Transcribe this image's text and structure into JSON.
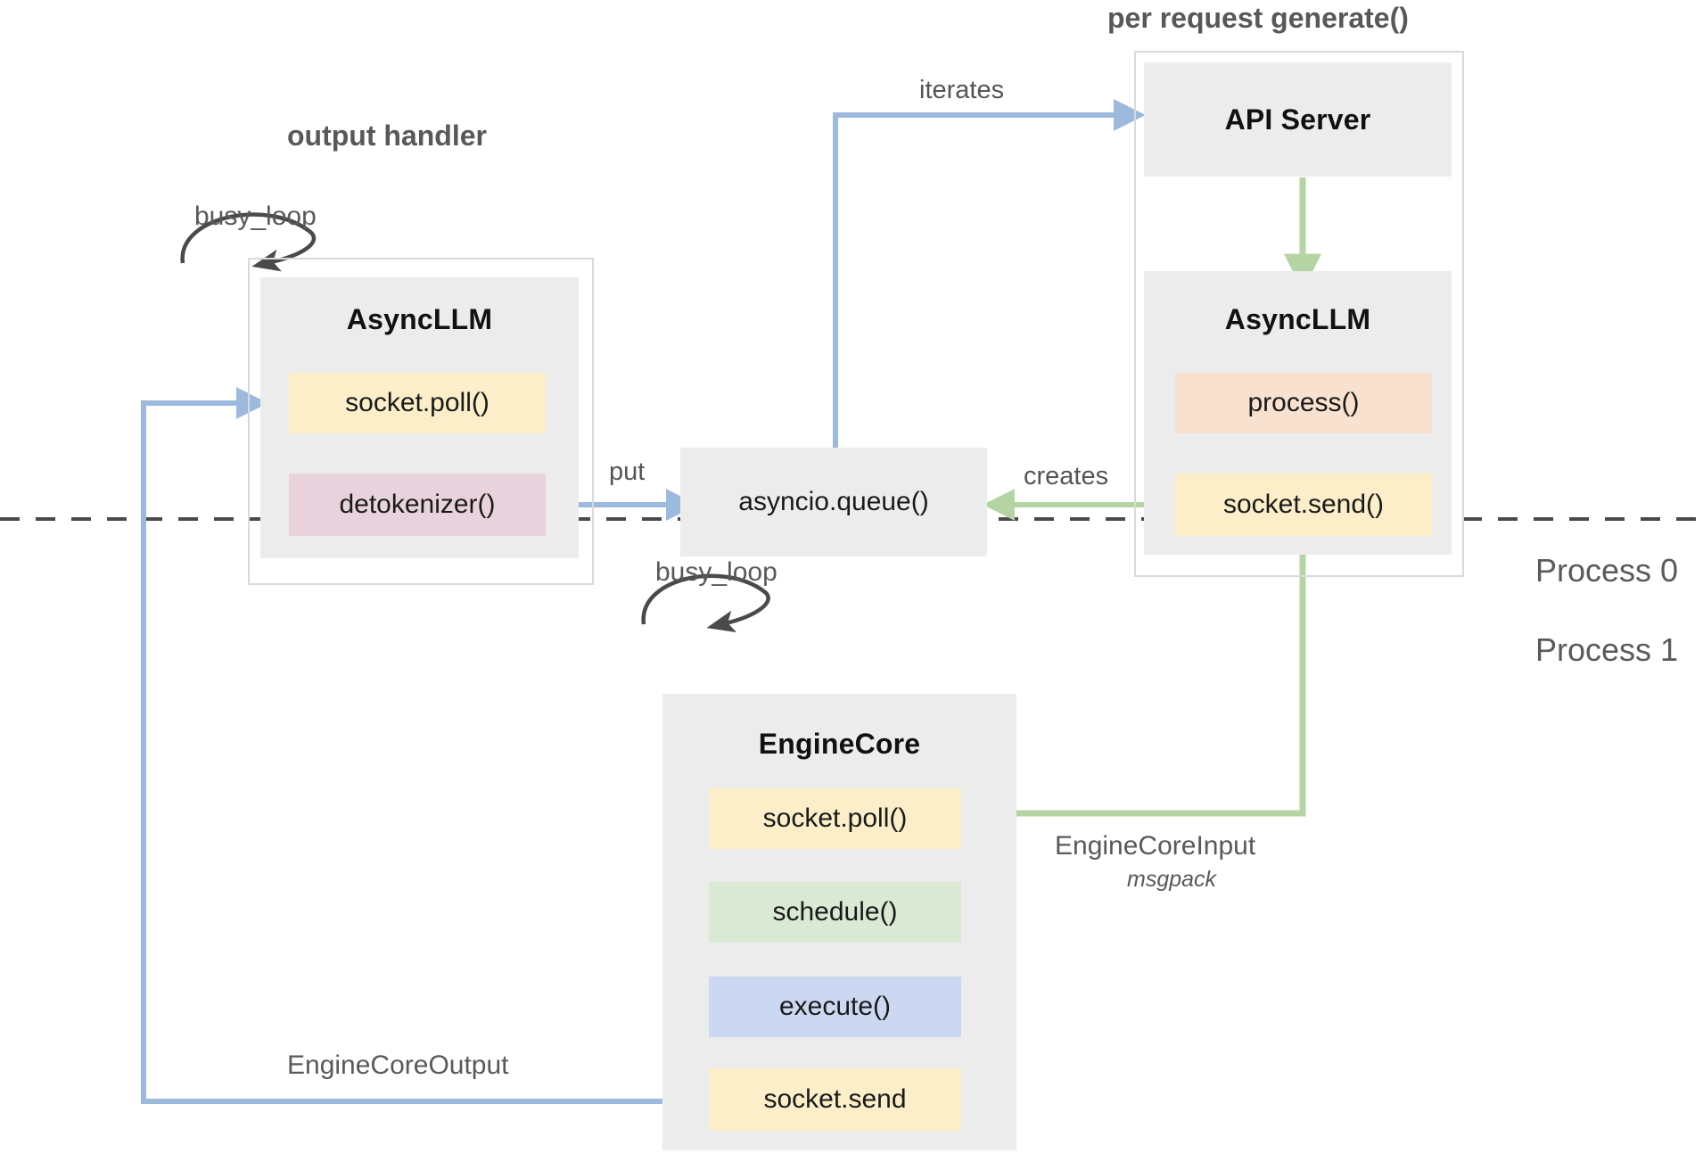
{
  "diagram": {
    "title_hidden": "",
    "groups": [
      {
        "id": "output-handler",
        "label": "output handler"
      },
      {
        "id": "per-request-generate",
        "label": "per request generate()"
      }
    ],
    "process_labels": {
      "top": "Process 0",
      "bottom": "Process 1"
    },
    "boxes": {
      "async_llm_left": {
        "title": "AsyncLLM",
        "chips": [
          {
            "label": "socket.poll()",
            "color": "#fbeec8"
          },
          {
            "label": "detokenizer()",
            "color": "#e8d3dd"
          }
        ]
      },
      "api_server": {
        "title": "API Server"
      },
      "async_llm_right": {
        "title": "AsyncLLM",
        "chips": [
          {
            "label": "process()",
            "color": "#f8e2cf"
          },
          {
            "label": "socket.send()",
            "color": "#fbeec8"
          }
        ]
      },
      "asyncio_queue": {
        "title": "asyncio.queue()"
      },
      "engine_core": {
        "title": "EngineCore",
        "chips": [
          {
            "label": "socket.poll()",
            "color": "#fbeec8"
          },
          {
            "label": "schedule()",
            "color": "#d9e9d3"
          },
          {
            "label": "execute()",
            "color": "#ccd8f2"
          }
        ]
      },
      "engine_core_send": {
        "label": "socket.send",
        "color": "#fbeec8"
      }
    },
    "edge_labels": {
      "busy_loop_left": "busy_loop",
      "busy_loop_engine": "busy_loop",
      "iterates": "iterates",
      "put": "put",
      "creates": "creates",
      "engine_core_input": "EngineCoreInput",
      "engine_core_input_sub": "msgpack",
      "engine_core_output": "EngineCoreOutput"
    },
    "colors": {
      "blue_arrow": "#9cb9de",
      "green_arrow": "#b4d5a3",
      "dark_arrow": "#4a4a4a",
      "grey_fill": "#ececec",
      "frame_border": "#d9d9d9",
      "dashed_divider": "#4a4a4a"
    }
  }
}
